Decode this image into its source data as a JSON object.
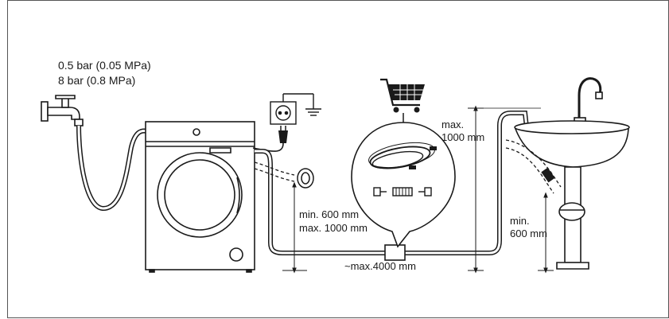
{
  "pressure": {
    "line1": "0.5 bar (0.05 MPa)",
    "line2": "8 bar (0.8 MPa)"
  },
  "drain_hose_height": {
    "min": "min. 600 mm",
    "max": "max. 1000 mm"
  },
  "sink_height": {
    "line1": "max.",
    "line2": "1000 mm"
  },
  "trap_height": {
    "line1": "min.",
    "line2": "600 mm"
  },
  "hose_length": "~max.4000 mm",
  "icons": {
    "tap": "water-tap-icon",
    "socket": "grounded-socket-icon",
    "cart": "shopping-cart-icon",
    "extension": "hose-extension-kit-icon",
    "sink": "sink-icon"
  },
  "colors": {
    "line": "#1a1a1a",
    "frame": "#555555"
  }
}
